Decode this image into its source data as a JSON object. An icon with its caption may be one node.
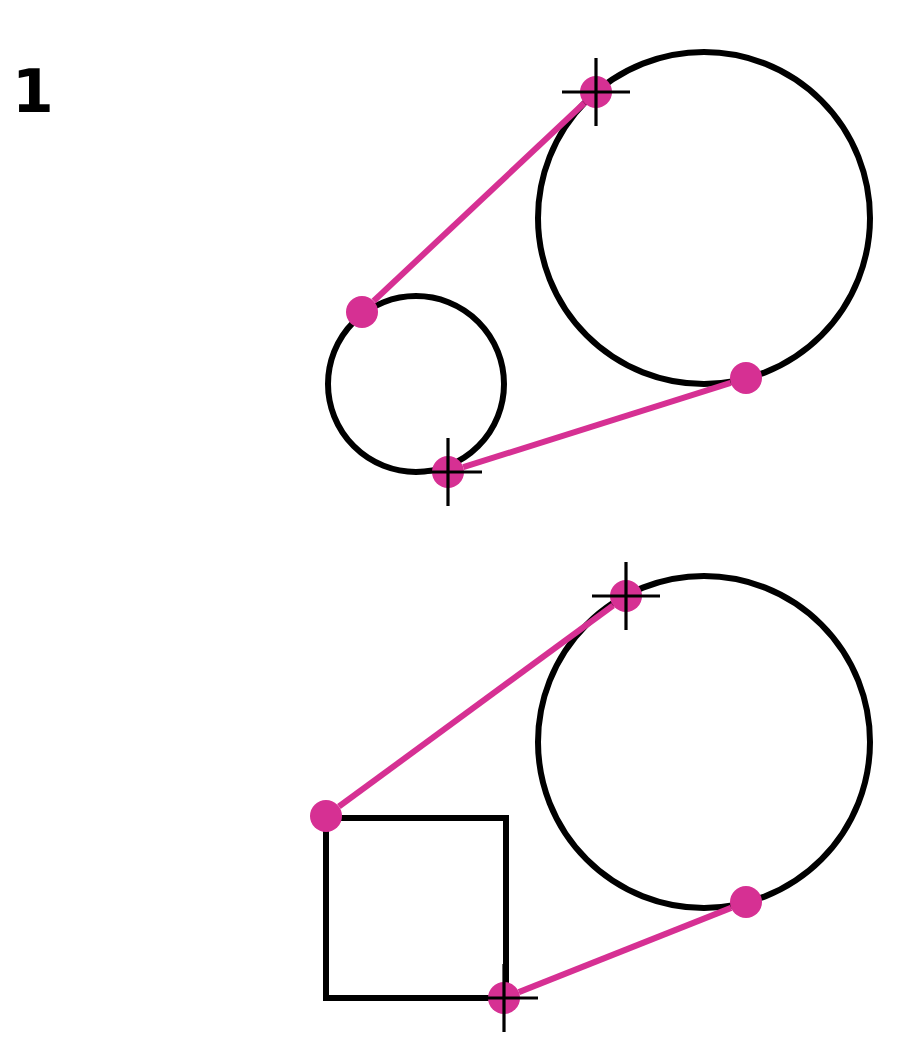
{
  "diagram": {
    "nodes": [
      {
        "text": [],
        "shape": "circle"
      },
      {
        "text": [],
        "shape": "circle"
      },
      {
        "text": [],
        "shape": "circle"
      },
      {
        "text": [],
        "shape": "circle"
      },
      {
        "text": [],
        "shape": "circle"
      },
      {
        "text": [],
        "shape": "circle"
      },
      {
        "text": [],
        "shape": "circle"
      },
      {
        "text": [],
        "shape": "circle"
      }
    ],
    "edges": [
      {
        "from": 1,
        "to": 0,
        "arrow": "none"
      },
      {
        "from": 3,
        "to": 2,
        "arrow": "none"
      },
      {
        "from": 5,
        "to": 4,
        "arrow": "none"
      },
      {
        "from": 7,
        "to": 6,
        "arrow": "none"
      }
    ],
    "labels": [
      "1"
    ]
  }
}
